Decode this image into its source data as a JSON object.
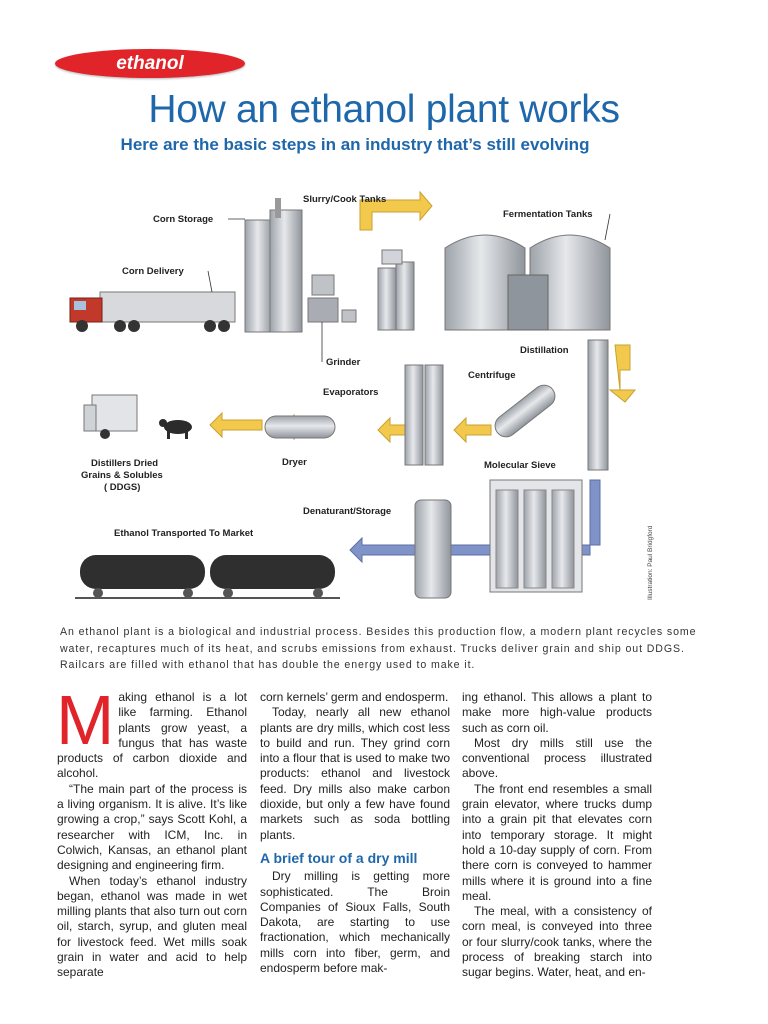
{
  "header": {
    "section_tag": "ethanol",
    "title": "How an ethanol plant works",
    "subtitle": "Here are the basic steps in an industry that’s still evolving"
  },
  "diagram": {
    "labels": {
      "corn_storage": "Corn Storage",
      "slurry_cook": "Slurry/Cook Tanks",
      "fermentation": "Fermentation Tanks",
      "corn_delivery": "Corn Delivery",
      "grinder": "Grinder",
      "distillation": "Distillation",
      "evaporators": "Evaporators",
      "centrifuge": "Centrifuge",
      "ddgs_1": "Distillers Dried",
      "ddgs_2": "Grains & Solubles",
      "ddgs_3": "( DDGS)",
      "dryer": "Dryer",
      "molecular_sieve": "Molecular Sieve",
      "denaturant": "Denaturant/Storage",
      "transport": "Ethanol Transported To Market"
    },
    "colors": {
      "flow_yellow": "#f2c94c",
      "flow_blue": "#7f93c9",
      "tank": "#c9ccd1",
      "truck_red": "#c0392b"
    }
  },
  "credit": "Illustration: Paul Bridgford",
  "caption": "An ethanol plant is a biological and industrial process. Besides this production flow, a modern plant recycles some water, recaptures much of its heat, and scrubs emissions from exhaust. Trucks deliver grain and ship out DDGS. Railcars are filled with ethanol that has double the energy used to make it.",
  "article": {
    "dropcap": "M",
    "col1_p1": "aking ethanol is a lot like farming. Ethanol plants grow yeast, a fungus that has waste products of carbon dioxide and alcohol.",
    "col1_p2": "“The main part of the process is a living organism. It is alive. It’s like growing a crop,” says Scott Kohl, a researcher with ICM, Inc. in Colwich, Kansas, an ethanol plant designing and engineering firm.",
    "col1_p3": "When today’s ethanol industry began, ethanol was made in wet milling plants that also turn out corn oil, starch, syrup, and gluten meal for livestock feed. Wet mills soak grain in water and acid to help separate",
    "col2_p1": "corn kernels’ germ and endosperm.",
    "col2_p2": "Today, nearly all new ethanol plants are dry mills, which cost less to build and run. They grind corn into a flour that is used to make two products: ethanol and livestock feed. Dry mills also make carbon dioxide, but only a few have found markets such as soda bottling plants.",
    "col2_heading": "A brief tour of a dry mill",
    "col2_p3": "Dry milling is getting more sophisticated. The Broin Companies of Sioux Falls, South Dakota, are starting to use fractionation, which mechanically mills corn into fiber, germ, and endosperm before mak-",
    "col3_p1": "ing ethanol. This allows a plant to make more high-value products such as corn oil.",
    "col3_p2": "Most dry mills still use the conventional process illustrated above.",
    "col3_p3": "The front end resembles a small grain elevator, where trucks dump into a grain pit that elevates corn into temporary storage. It might hold a 10-day supply of corn. From there corn is conveyed to hammer mills where it is ground into a fine meal.",
    "col3_p4": "The meal, with a consistency of corn meal, is conveyed into three or four slurry/cook tanks, where the process of breaking starch into sugar begins. Water, heat, and en-"
  }
}
